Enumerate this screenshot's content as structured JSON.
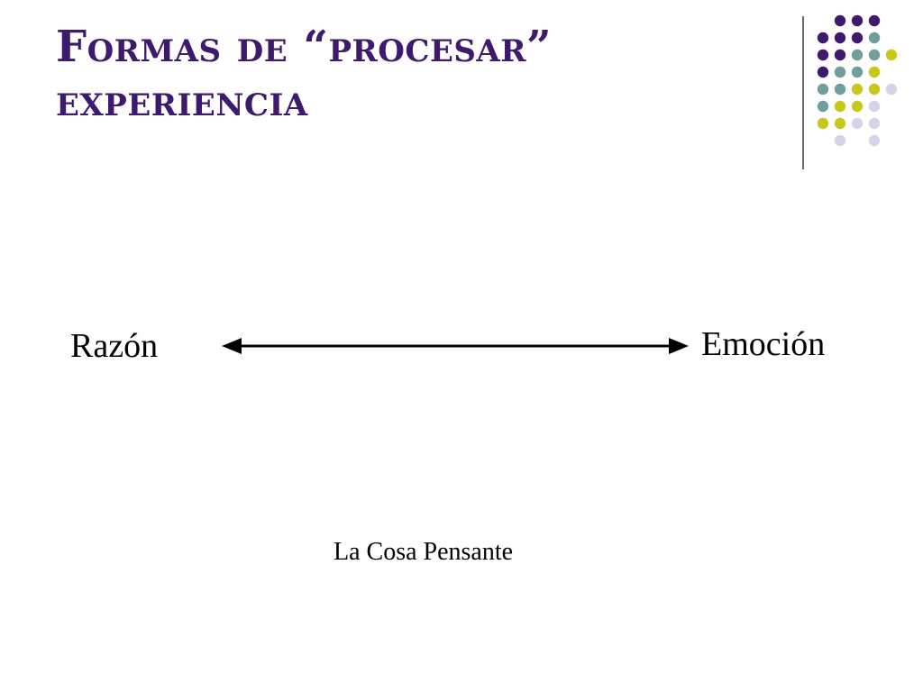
{
  "slide": {
    "title": "Formas de “procesar” experiencia",
    "left_label": "Razón",
    "right_label": "Emoción",
    "caption": "La Cosa Pensante",
    "arrow_icon": "double-headed-arrow-icon",
    "decoration_icon": "dot-grid-icon",
    "colors": {
      "title": "#3d1a6e",
      "purple": "#3d1a6e",
      "teal": "#6f9e9c",
      "yellow": "#c8c81a",
      "lavender": "#d4d4e8",
      "divider": "#6b6b6b"
    }
  }
}
